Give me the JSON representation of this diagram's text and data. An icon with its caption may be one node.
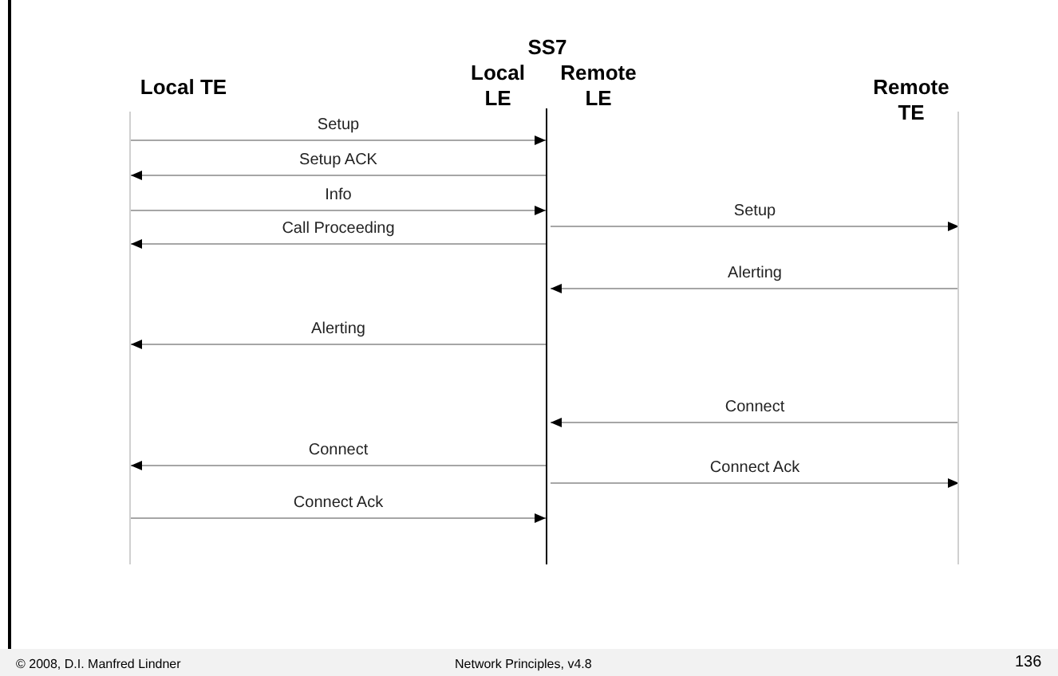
{
  "diagram": {
    "nodes": [
      {
        "text": [
          "Local TE"
        ]
      },
      {
        "text": [
          "Local LE"
        ]
      },
      {
        "text": [
          "Remote LE"
        ]
      },
      {
        "text": [
          "Remote TE"
        ]
      }
    ],
    "edges": [
      {
        "from": 0,
        "to": 1,
        "arrow": "to",
        "label": "Setup"
      },
      {
        "from": 1,
        "to": 0,
        "arrow": "to",
        "label": "Setup ACK"
      },
      {
        "from": 0,
        "to": 1,
        "arrow": "to",
        "label": "Info"
      },
      {
        "from": 2,
        "to": 3,
        "arrow": "to",
        "label": "Setup"
      },
      {
        "from": 1,
        "to": 0,
        "arrow": "to",
        "label": "Call Proceeding"
      },
      {
        "from": 3,
        "to": 2,
        "arrow": "to",
        "label": "Alerting"
      },
      {
        "from": 1,
        "to": 0,
        "arrow": "to",
        "label": "Alerting"
      },
      {
        "from": 3,
        "to": 2,
        "arrow": "to",
        "label": "Connect"
      },
      {
        "from": 1,
        "to": 0,
        "arrow": "to",
        "label": "Connect"
      },
      {
        "from": 2,
        "to": 3,
        "arrow": "to",
        "label": "Connect Ack"
      },
      {
        "from": 0,
        "to": 1,
        "arrow": "to",
        "label": "Connect Ack"
      }
    ],
    "labels": [
      "SS7",
      "© 2008, D.I. Manfred Lindner",
      "Network Principles, v4.8",
      "136"
    ]
  }
}
